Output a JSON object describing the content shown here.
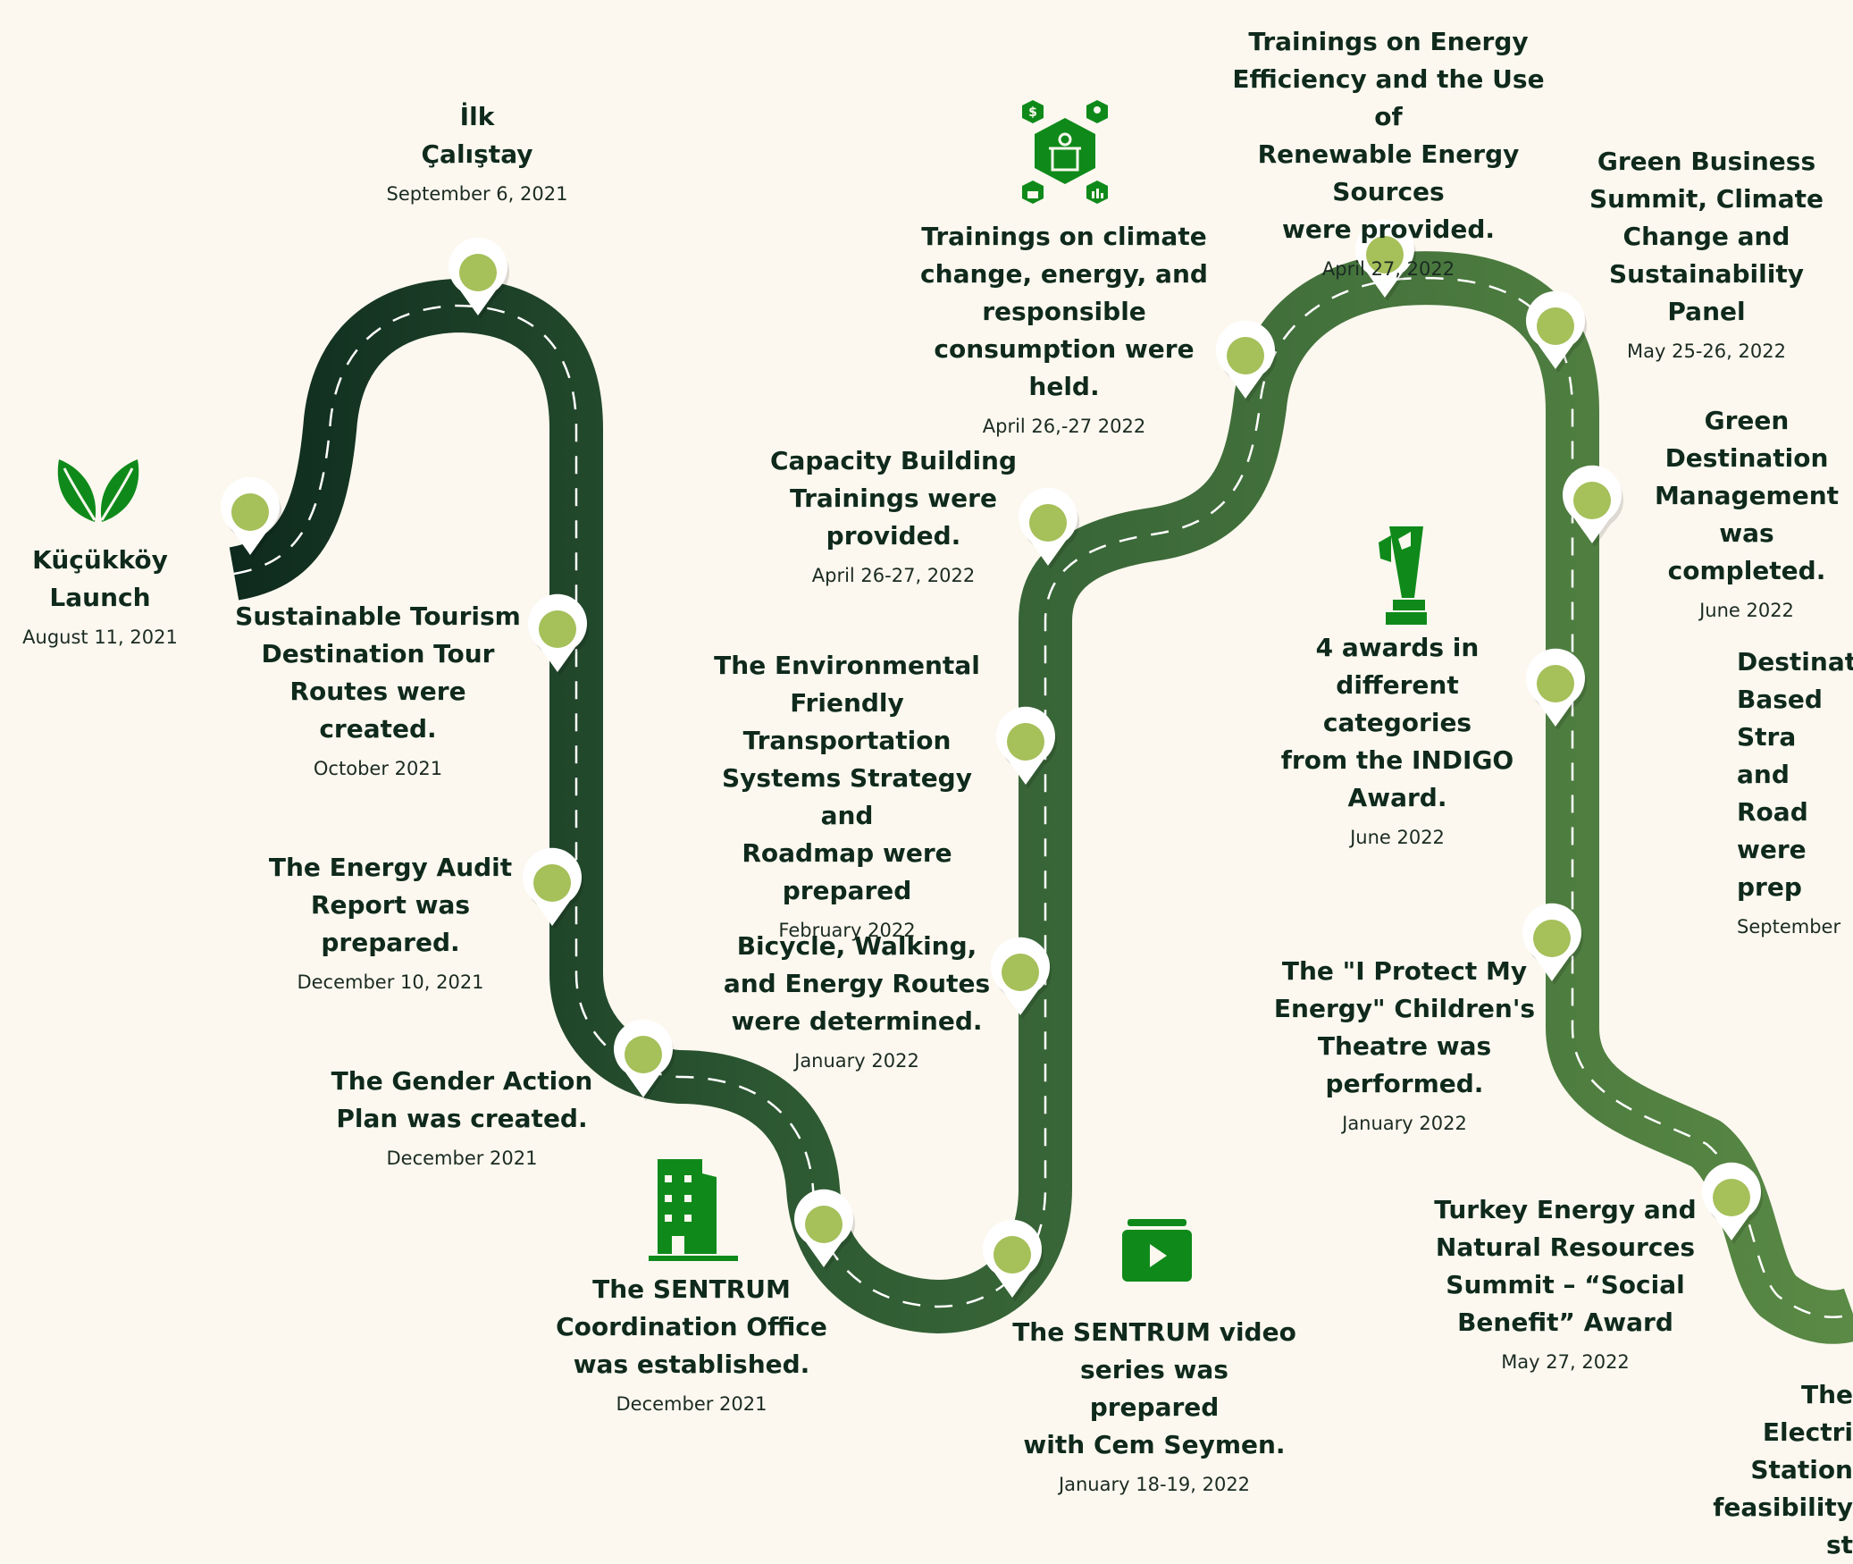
{
  "events": [
    {
      "id": "e1",
      "title": "Küçükköy\nLaunch",
      "date": "August 11, 2021"
    },
    {
      "id": "e2",
      "title": "İlk\nÇalıştay",
      "date": "September 6, 2021"
    },
    {
      "id": "e3",
      "title": "Sustainable Tourism\nDestination Tour\nRoutes were created.",
      "date": "October 2021"
    },
    {
      "id": "e4",
      "title": "The Energy Audit\nReport was\nprepared.",
      "date": "December 10, 2021"
    },
    {
      "id": "e5",
      "title": "The Gender Action\nPlan was created.",
      "date": "December 2021"
    },
    {
      "id": "e6",
      "title": "The SENTRUM\nCoordination Office\nwas established.",
      "date": "December 2021"
    },
    {
      "id": "e7",
      "title": "Bicycle, Walking,\nand Energy Routes\nwere determined.",
      "date": "January 2022"
    },
    {
      "id": "e8",
      "title": "The Environmental\nFriendly Transportation\nSystems Strategy and\nRoadmap were\nprepared",
      "date": "February 2022"
    },
    {
      "id": "e9",
      "title": "Capacity Building\nTrainings were\nprovided.",
      "date": "April 26-27, 2022"
    },
    {
      "id": "e10",
      "title": "Trainings on climate\nchange, energy, and\nresponsible\nconsumption were held.",
      "date": "April 26,-27  2022"
    },
    {
      "id": "e11",
      "title": "The SENTRUM video\nseries was prepared\nwith Cem Seymen.",
      "date": "January 18-19, 2022"
    },
    {
      "id": "e12",
      "title": "Trainings on Energy\nEfficiency and the Use of\nRenewable Energy Sources\nwere provided.",
      "date": "April 27, 2022"
    },
    {
      "id": "e13",
      "title": "4 awards in\ndifferent categories\nfrom the INDIGO\nAward.",
      "date": "June 2022"
    },
    {
      "id": "e14",
      "title": "The \"I Protect My\nEnergy\" Children's\nTheatre was\nperformed.",
      "date": "January 2022"
    },
    {
      "id": "e15",
      "title": "Green Business\nSummit, Climate\nChange and\nSustainability Panel",
      "date": "May 25-26, 2022"
    },
    {
      "id": "e16",
      "title": "Green Destination\nManagement was\ncompleted.",
      "date": "June 2022"
    },
    {
      "id": "e17",
      "title": "Turkey Energy and\nNatural Resources\nSummit – “Social\nBenefit” Award",
      "date": "May 27, 2022"
    },
    {
      "id": "e18",
      "title": "Destinat\nBased Stra\nand Road\nwere prep",
      "date": "September"
    },
    {
      "id": "e19",
      "title": "The Electri\nStation\nfeasibility st",
      "date": ""
    }
  ],
  "icons": {
    "leaf": "leaf-icon",
    "building": "office-building-icon",
    "training": "presenter-network-icon",
    "video": "video-play-icon",
    "trophy": "trophy-icon"
  },
  "colors": {
    "background": "#fcf8ef",
    "road_start": "#0e2a1e",
    "road_end": "#5a8a45",
    "icon_green": "#0f8a1a",
    "marker_fill": "#a6c05a",
    "text": "#0f2a1c"
  }
}
